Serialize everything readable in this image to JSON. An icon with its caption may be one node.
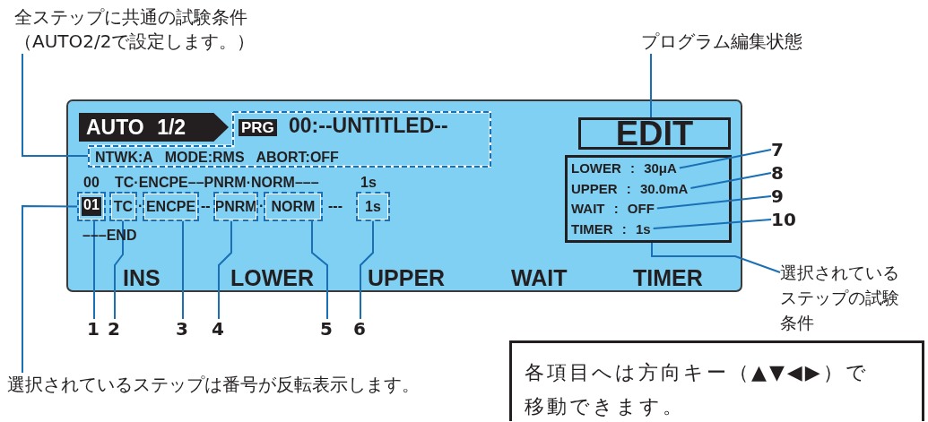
{
  "diagram": {
    "nodes": [
      {
        "text": [
          "全ステップに共通の試験条件（AUTO2/2で設定します。）"
        ]
      },
      {
        "text": [
          "プログラム編集状態"
        ]
      },
      {
        "text": [],
        "shape": "box"
      },
      {
        "text": [
          "AUTO 1/2"
        ],
        "in": 2
      },
      {
        "text": [
          "PRG",
          "00:--UNTITLED--",
          "NTWK:A MODE:RMS ABORT:OFF"
        ],
        "in": 2
      },
      {
        "text": [
          "EDIT"
        ],
        "in": 2
      },
      {
        "text": [],
        "shape": "box",
        "in": 2
      },
      {
        "text": [
          "LOWER : 30μA"
        ],
        "in": 6
      },
      {
        "text": [
          "UPPER : 30.0mA"
        ],
        "in": 6
      },
      {
        "text": [
          "WAIT : OFF"
        ],
        "in": 6
      },
      {
        "text": [
          "TIMER : 1s"
        ],
        "in": 6
      },
      {
        "text": [
          "01"
        ],
        "in": 2
      },
      {
        "text": [
          "TC"
        ],
        "in": 2
      },
      {
        "text": [
          "ENCPE"
        ],
        "in": 2
      },
      {
        "text": [
          "PNRM"
        ],
        "in": 2
      },
      {
        "text": [
          "NORM"
        ],
        "in": 2
      },
      {
        "text": [
          "1s"
        ],
        "in": 2
      },
      {
        "text": [
          "1"
        ]
      },
      {
        "text": [
          "2"
        ]
      },
      {
        "text": [
          "3"
        ]
      },
      {
        "text": [
          "4"
        ]
      },
      {
        "text": [
          "5"
        ]
      },
      {
        "text": [
          "6"
        ]
      },
      {
        "text": [
          "7"
        ]
      },
      {
        "text": [
          "8"
        ]
      },
      {
        "text": [
          "9"
        ]
      },
      {
        "text": [
          "10"
        ]
      },
      {
        "text": [
          "選択されているステップの試験条件"
        ]
      },
      {
        "text": [
          "選択されているステップは番号が反転表示します。"
        ]
      },
      {
        "text": [
          "各項目へは方向キー（▲▼◀▶）で移動できます。"
        ]
      }
    ],
    "edges": [
      {
        "from": 0,
        "to": 4,
        "arrow": "none"
      },
      {
        "from": 1,
        "to": 5,
        "arrow": "none"
      },
      {
        "from": 17,
        "to": 11,
        "arrow": "none"
      },
      {
        "from": 18,
        "to": 12,
        "arrow": "none"
      },
      {
        "from": 19,
        "to": 13,
        "arrow": "none"
      },
      {
        "from": 20,
        "to": 14,
        "arrow": "none"
      },
      {
        "from": 21,
        "to": 15,
        "arrow": "none"
      },
      {
        "from": 22,
        "to": 16,
        "arrow": "none"
      },
      {
        "from": 23,
        "to": 7,
        "arrow": "none"
      },
      {
        "from": 24,
        "to": 8,
        "arrow": "none"
      },
      {
        "from": 25,
        "to": 9,
        "arrow": "none"
      },
      {
        "from": 26,
        "to": 10,
        "arrow": "none"
      },
      {
        "from": 27,
        "to": 6,
        "arrow": "none"
      },
      {
        "from": 28,
        "to": 11,
        "arrow": "none"
      }
    ],
    "labels": [
      "00",
      "TC·ENCPE––PNRM·NORM–––",
      "1s",
      "·",
      "--",
      "·",
      "---",
      "–––END",
      "INS",
      "LOWER",
      "UPPER",
      "WAIT",
      "TIMER"
    ]
  }
}
